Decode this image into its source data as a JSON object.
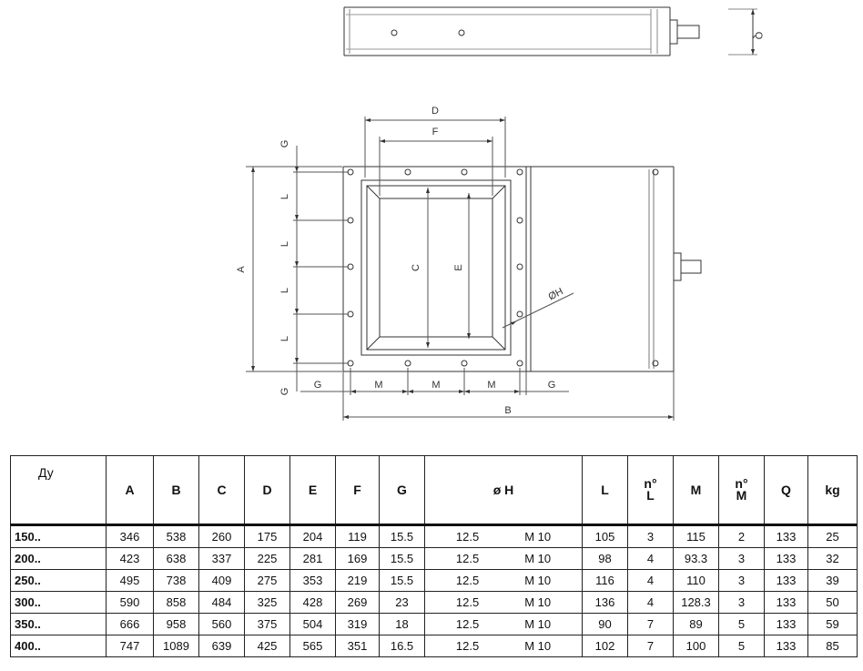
{
  "drawing": {
    "labels": {
      "q": "Q",
      "d": "D",
      "f": "F",
      "a": "A",
      "c": "C",
      "e": "E",
      "hole": "ØH",
      "g": "G",
      "l": "L",
      "m": "M",
      "b": "B"
    }
  },
  "table": {
    "headers": {
      "dy": "Ду",
      "a": "A",
      "b": "B",
      "c": "C",
      "d": "D",
      "e": "E",
      "f": "F",
      "g": "G",
      "h": "ø H",
      "l": "L",
      "nl_top": "n°",
      "nl_bottom": "L",
      "m": "M",
      "nm_top": "n°",
      "nm_bottom": "M",
      "q": "Q",
      "kg": "kg"
    },
    "rows": [
      {
        "dy": "150..",
        "a": "346",
        "b": "538",
        "c": "260",
        "d": "175",
        "e": "204",
        "f": "119",
        "g": "15.5",
        "h": "12.5",
        "thread": "M  10",
        "l": "105",
        "nl": "3",
        "m": "115",
        "nm": "2",
        "q": "133",
        "kg": "25"
      },
      {
        "dy": "200..",
        "a": "423",
        "b": "638",
        "c": "337",
        "d": "225",
        "e": "281",
        "f": "169",
        "g": "15.5",
        "h": "12.5",
        "thread": "M  10",
        "l": "98",
        "nl": "4",
        "m": "93.3",
        "nm": "3",
        "q": "133",
        "kg": "32"
      },
      {
        "dy": "250..",
        "a": "495",
        "b": "738",
        "c": "409",
        "d": "275",
        "e": "353",
        "f": "219",
        "g": "15.5",
        "h": "12.5",
        "thread": "M  10",
        "l": "116",
        "nl": "4",
        "m": "110",
        "nm": "3",
        "q": "133",
        "kg": "39"
      },
      {
        "dy": "300..",
        "a": "590",
        "b": "858",
        "c": "484",
        "d": "325",
        "e": "428",
        "f": "269",
        "g": "23",
        "h": "12.5",
        "thread": "M  10",
        "l": "136",
        "nl": "4",
        "m": "128.3",
        "nm": "3",
        "q": "133",
        "kg": "50"
      },
      {
        "dy": "350..",
        "a": "666",
        "b": "958",
        "c": "560",
        "d": "375",
        "e": "504",
        "f": "319",
        "g": "18",
        "h": "12.5",
        "thread": "M  10",
        "l": "90",
        "nl": "7",
        "m": "89",
        "nm": "5",
        "q": "133",
        "kg": "59"
      },
      {
        "dy": "400..",
        "a": "747",
        "b": "1089",
        "c": "639",
        "d": "425",
        "e": "565",
        "f": "351",
        "g": "16.5",
        "h": "12.5",
        "thread": "M  10",
        "l": "102",
        "nl": "7",
        "m": "100",
        "nm": "5",
        "q": "133",
        "kg": "85"
      }
    ]
  }
}
